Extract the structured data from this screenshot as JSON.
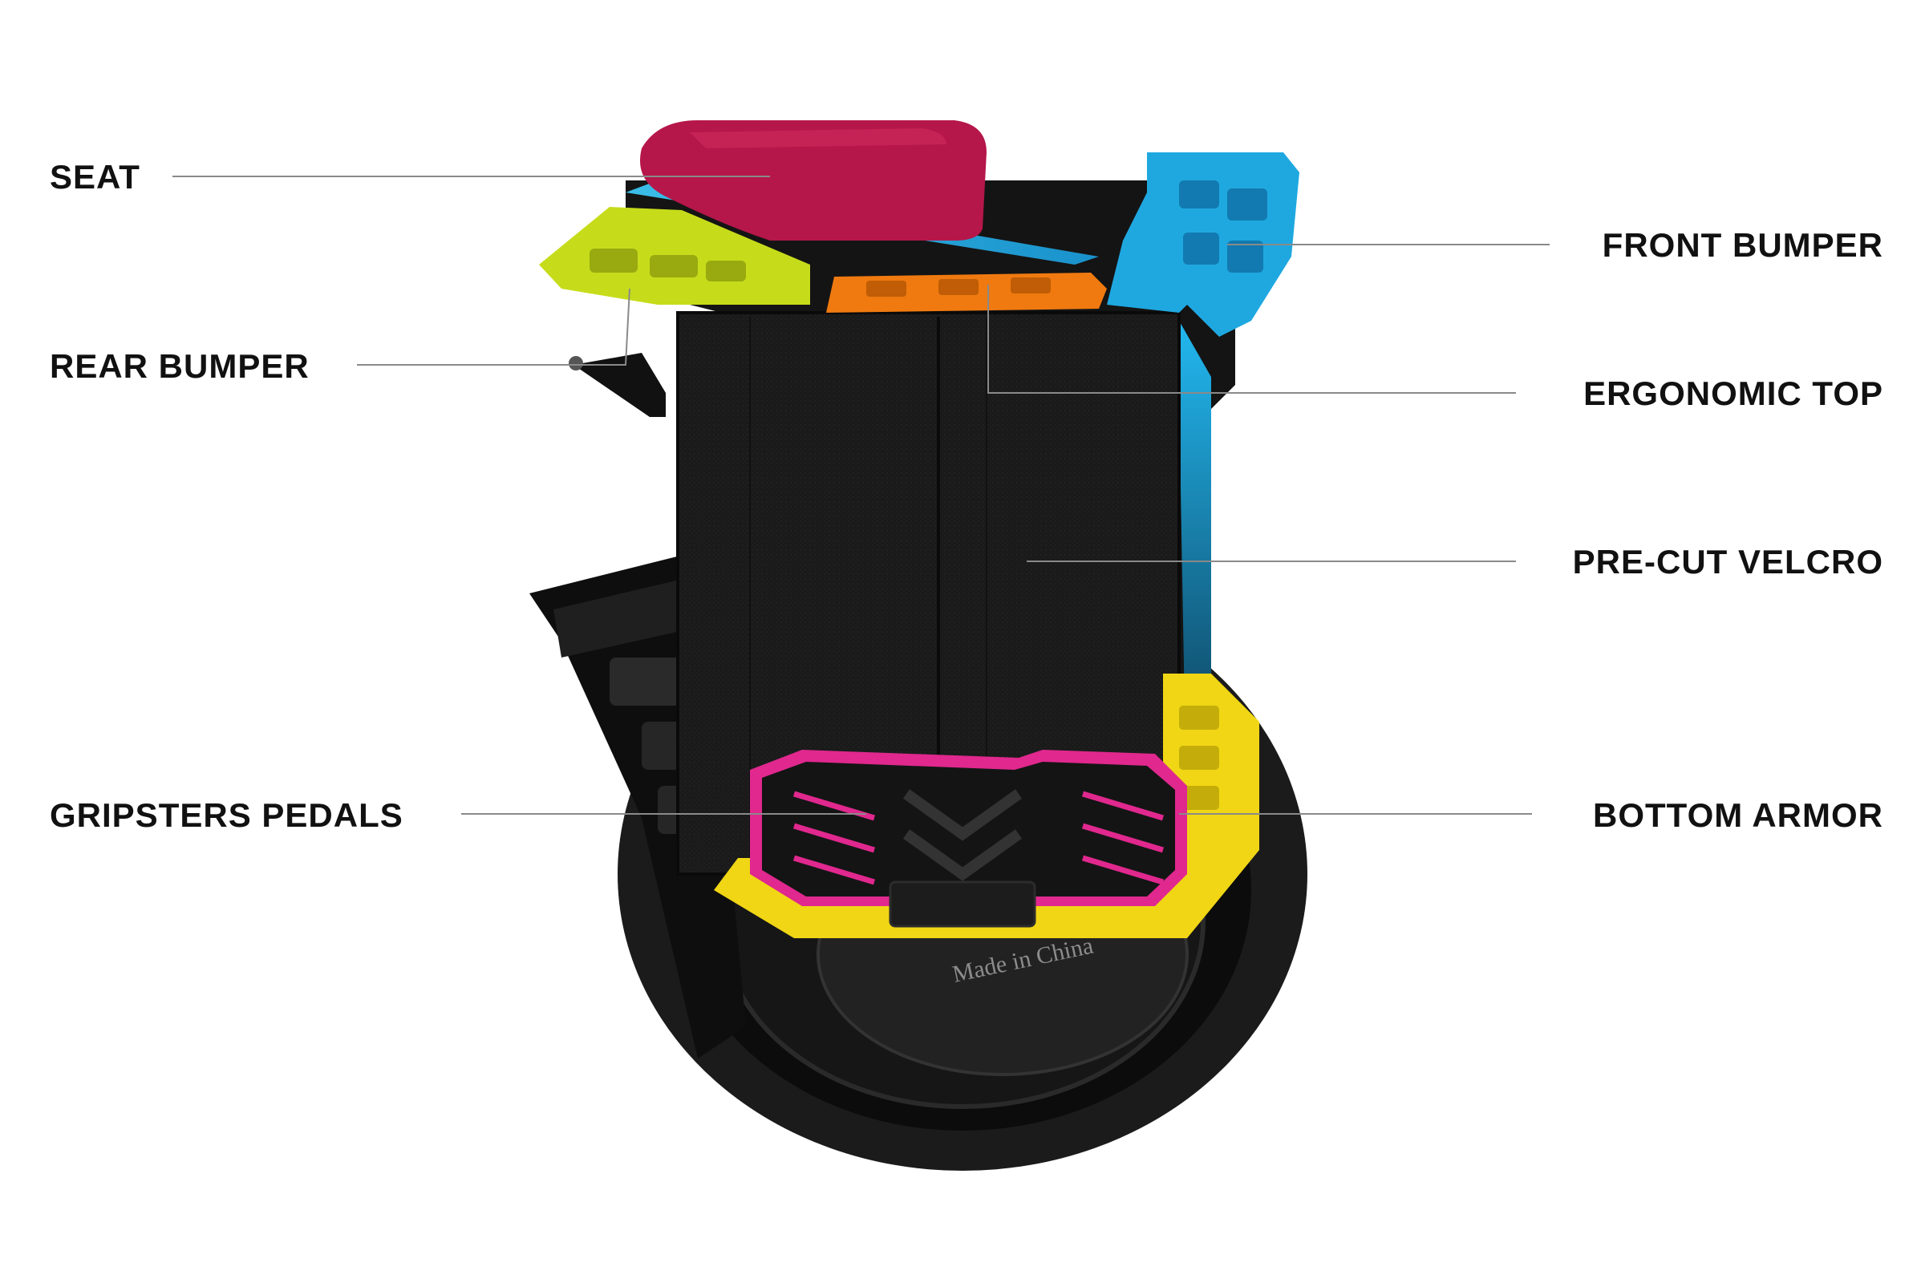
{
  "labels": {
    "seat": "SEAT",
    "rear_bumper": "REAR BUMPER",
    "gripsters_pedals": "GRIPSTERS PEDALS",
    "front_bumper": "FRONT BUMPER",
    "ergonomic_top": "ERGONOMIC TOP",
    "pre_cut_velcro": "PRE-CUT VELCRO",
    "bottom_armor": "BOTTOM ARMOR"
  },
  "wheel_text": "Made in China",
  "colors": {
    "seat": "#b5174a",
    "rear_bumper": "#c6dc1a",
    "front_bumper": "#1fa8e0",
    "ergonomic_top": "#f07a10",
    "bottom_armor": "#f0d614",
    "pedal_accent": "#e0288e",
    "led_glow": "#39c8f0",
    "body": "#141414",
    "velcro": "#1c1c1c",
    "leader_line": "#8a8a8a"
  }
}
